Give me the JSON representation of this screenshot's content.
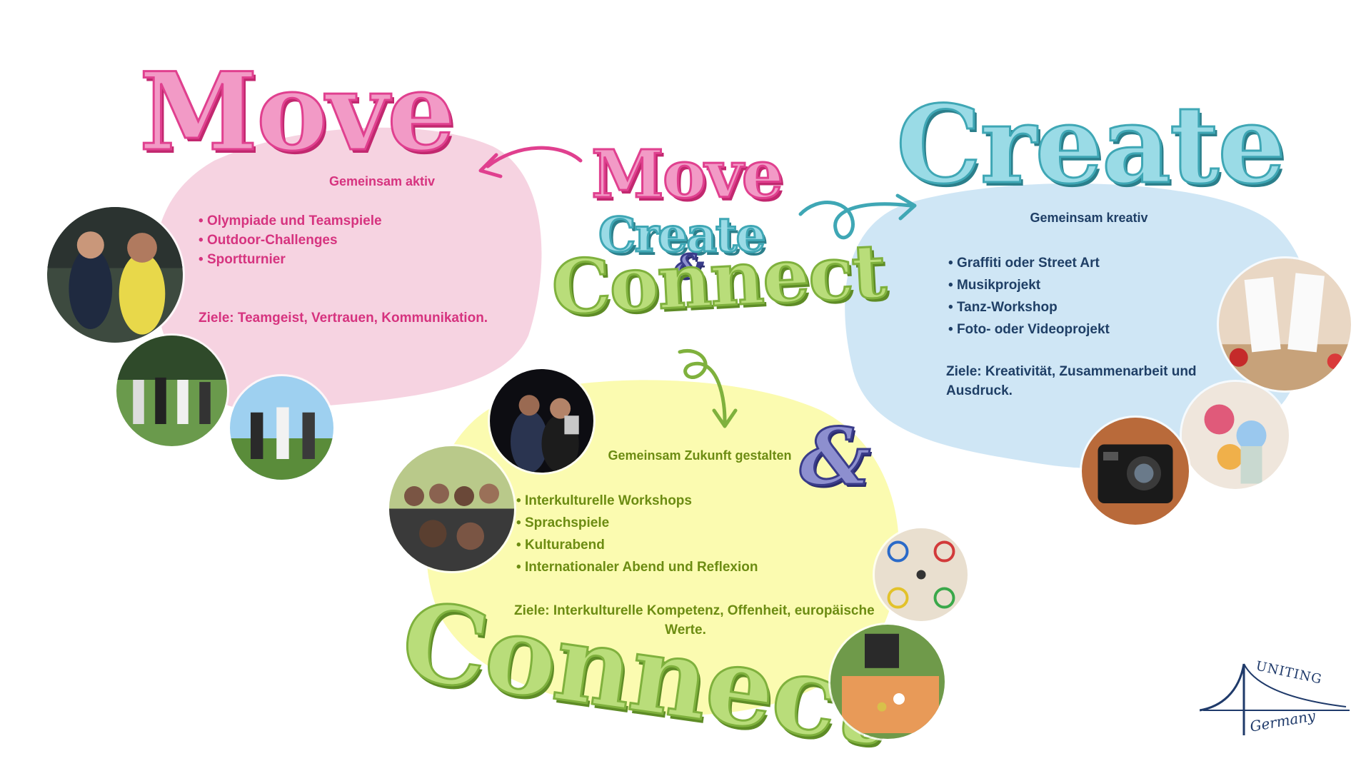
{
  "colors": {
    "move": "#e0408f",
    "move_text": "#d6337f",
    "create": "#3fa7b5",
    "create_text": "#1f3f66",
    "connect": "#7fb13d",
    "connect_text": "#6c8c12",
    "pink_blob": "#f6d3e1",
    "blue_blob": "#cfe6f5",
    "yellow_blob": "#fbfbb0"
  },
  "center": {
    "move": "Move",
    "create": "Create",
    "amp": "&",
    "connect": "Connect"
  },
  "move_section": {
    "heading": "Move",
    "subtitle": "Gemeinsam aktiv",
    "items": [
      "Olympiade und Teamspiele",
      "Outdoor-Challenges",
      "Sportturnier"
    ],
    "goals": "Ziele: Teamgeist, Vertrauen, Kommunikation."
  },
  "create_section": {
    "heading": "Create",
    "subtitle": "Gemeinsam kreativ",
    "items": [
      "Graffiti oder Street Art",
      "Musikprojekt",
      "Tanz-Workshop",
      "Foto- oder Videoprojekt"
    ],
    "goals_line1": "Ziele: Kreativität, Zusammenarbeit und",
    "goals_line2": "Ausdruck."
  },
  "connect_section": {
    "heading": "Connect",
    "amp": "&",
    "subtitle": "Gemeinsam Zukunft gestalten",
    "items": [
      "Interkulturelle Workshops",
      "Sprachspiele",
      "Kulturabend",
      "Internationaler Abend und Reflexion"
    ],
    "goals_line1": "Ziele: Interkulturelle Kompetenz, Offenheit, europäische",
    "goals_line2": "Werte."
  },
  "logo": {
    "word1": "UNITING",
    "word2": "Germany"
  },
  "icons": {
    "arrow_move": "curved-arrow-left-icon",
    "arrow_create": "curly-arrow-right-icon",
    "arrow_connect": "curly-arrow-down-icon"
  }
}
